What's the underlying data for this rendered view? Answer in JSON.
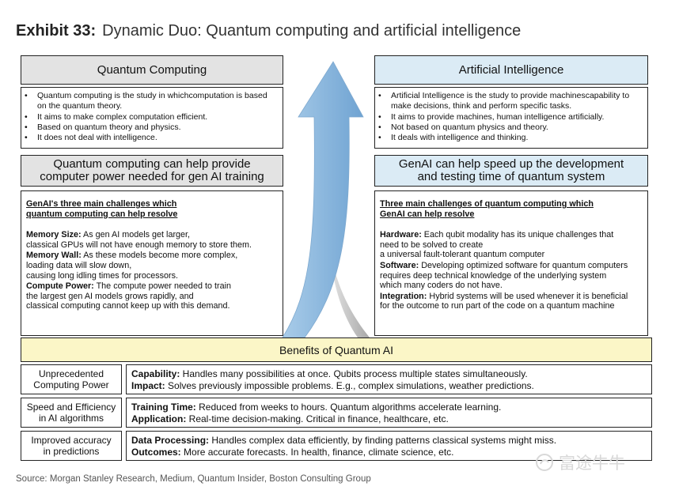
{
  "exhibit": {
    "number": "Exhibit 33:",
    "title": "Dynamic Duo: Quantum computing and artificial intelligence"
  },
  "left": {
    "header": "Quantum Computing",
    "bullets": [
      [
        "Quantum computing is the study in which",
        "computation is based on the quantum theory."
      ],
      [
        "It aims to make complex computation efficient."
      ],
      [
        "Based on quantum theory and physics."
      ],
      [
        "It does not deal with intelligence."
      ]
    ],
    "subheader": [
      "Quantum computing can help provide",
      "computer power needed for gen AI training"
    ],
    "challenges_title": "GenAI's three main challenges which\nquantum computing can help resolve",
    "challenges": [
      {
        "label": "Memory Size:",
        "lines": [
          " As gen AI models get larger,",
          "classical GPUs will not have enough memory to store them."
        ]
      },
      {
        "label": "Memory Wall:",
        "lines": [
          " As these models become more complex,",
          "loading data will slow down,",
          "causing long idling times for processors."
        ]
      },
      {
        "label": "Compute Power:",
        "lines": [
          " The compute power needed to train",
          "the largest gen AI models grows rapidly, and",
          "classical computing cannot keep up with this demand."
        ]
      }
    ]
  },
  "right": {
    "header": "Artificial Intelligence",
    "bullets": [
      [
        "Artificial Intelligence is the study to provide machines",
        "capability to make decisions, think and perform specific tasks."
      ],
      [
        "It aims to provide machines, human intelligence artificially."
      ],
      [
        "Not based on quantum physics and theory."
      ],
      [
        "It deals with intelligence and thinking."
      ]
    ],
    "subheader": [
      "GenAI can help speed up the development",
      "and testing time of quantum system"
    ],
    "challenges_title": "Three main challenges of quantum computing which\nGenAI can help resolve",
    "challenges": [
      {
        "label": "Hardware:",
        "lines": [
          " Each qubit modality has its unique challenges that",
          "need to be solved to create",
          "a universal fault-tolerant quantum computer"
        ]
      },
      {
        "label": "Software:",
        "lines": [
          " Developing optimized software for quantum computers",
          "requires deep technical knowledge of the underlying system",
          "which many coders do not have."
        ]
      },
      {
        "label": "Integration:",
        "lines": [
          " Hybrid systems will be used whenever it is beneficial",
          "for the outcome to run part of the code on a quantum machine"
        ]
      }
    ]
  },
  "benefits": {
    "title": "Benefits of Quantum AI",
    "rows": [
      {
        "label": [
          "Unprecedented",
          "Computing Power"
        ],
        "items": [
          {
            "label": "Capability:",
            "text": " Handles many possibilities at once. Qubits process multiple states simultaneously."
          },
          {
            "label": "Impact:",
            "text": " Solves previously impossible problems. E.g., complex simulations, weather predictions."
          }
        ]
      },
      {
        "label": [
          "Speed and Efficiency",
          "in AI algorithms"
        ],
        "items": [
          {
            "label": "Training Time:",
            "text": " Reduced from weeks to hours. Quantum algorithms accelerate learning."
          },
          {
            "label": "Application:",
            "text": " Real-time decision-making. Critical in finance, healthcare, etc."
          }
        ]
      },
      {
        "label": [
          "Improved accuracy",
          "in predictions"
        ],
        "items": [
          {
            "label": "Data Processing:",
            "text": " Handles complex data efficiently, by finding patterns classical systems might miss."
          },
          {
            "label": "Outcomes:",
            "text": " More accurate forecasts. In health, finance, climate science, etc."
          }
        ]
      }
    ]
  },
  "source": "Source: Morgan Stanley Research, Medium, Quantum Insider, Boston Consulting Group",
  "watermark": "富途牛牛",
  "colors": {
    "left_header_bg": "#e3e3e3",
    "right_header_bg": "#dbebf5",
    "benefits_bg": "#fbf6c7",
    "arrow_blue": "#8fb9de",
    "arrow_gray": "#b9b9b9"
  }
}
